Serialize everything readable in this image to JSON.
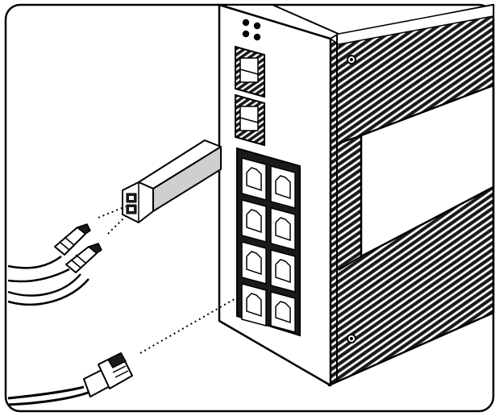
{
  "diagram": {
    "kind": "installation-illustration",
    "subject": "industrial-ethernet-switch",
    "line_color": "#000000",
    "fill_color": "#ffffff",
    "hatch_color": "#1a1a1a",
    "sfp_slots": 2,
    "rj45_ports": 8,
    "icons": [
      "frame-border",
      "switch-body",
      "sfp-transceiver",
      "fiber-duplex-connector",
      "ethernet-cable-plug",
      "guide-dots"
    ]
  }
}
